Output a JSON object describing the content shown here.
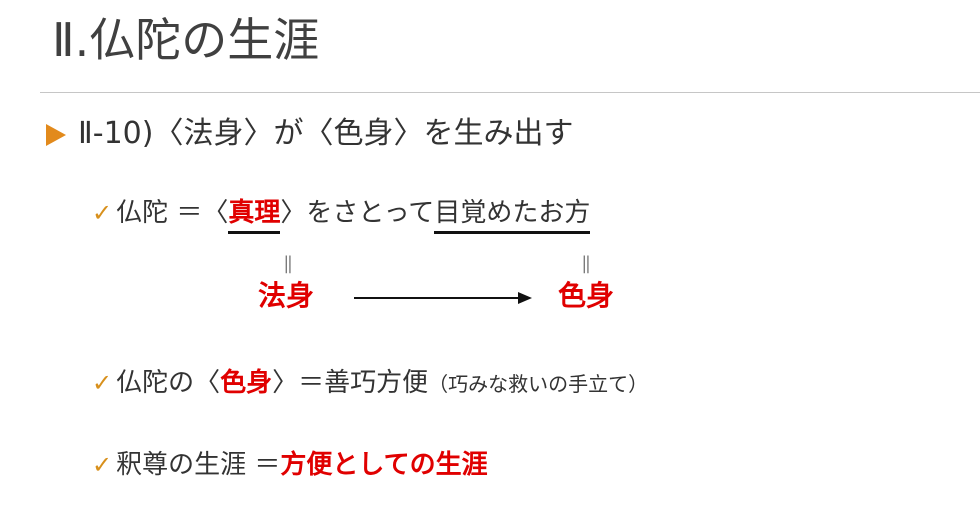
{
  "slide": {
    "title": "Ⅱ.仏陀の生涯",
    "bullet": "Ⅱ-10)〈法身〉が〈色身〉を生み出す",
    "line1": {
      "check": "✓",
      "prefix": "仏陀 ＝〈",
      "truth": "真理",
      "middle": "〉をさとって",
      "awakened": "目覚めたお方"
    },
    "equals_mark": "||",
    "hosshin": "法身",
    "shikishin": "色身",
    "line2": {
      "check": "✓",
      "prefix": "仏陀の〈",
      "red": "色身",
      "suffix": "〉＝善巧方便",
      "note": "（巧みな救いの手立て）"
    },
    "line3": {
      "check": "✓",
      "prefix": "釈尊の生涯 ＝",
      "red": "方便としての生涯"
    },
    "colors": {
      "accent_red": "#e00000",
      "bullet_orange": "#e28a1c",
      "check_gold": "#d8901c",
      "text": "#333333"
    }
  }
}
